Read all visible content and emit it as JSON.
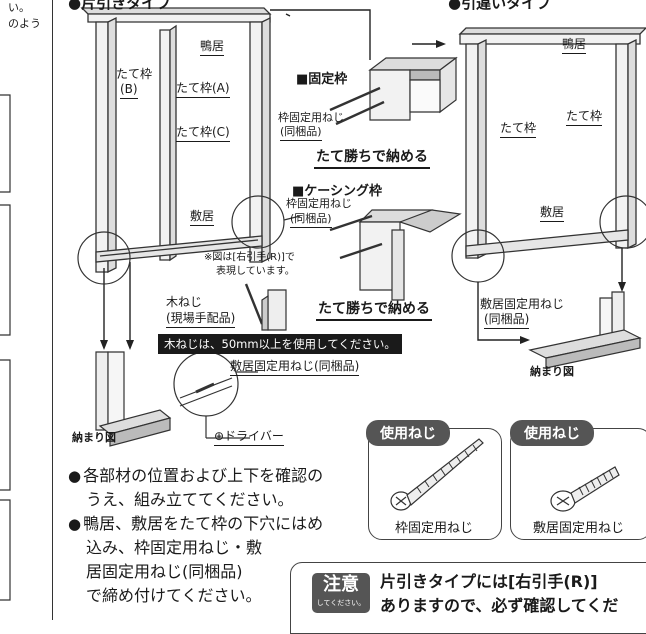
{
  "left_strip": {
    "line1": "い。",
    "line2": "のよう"
  },
  "left_diagram": {
    "title": "●片引きタイプ",
    "labels": {
      "kamoi": "鴨居",
      "tatewaku_b_line1": "たて枠",
      "tatewaku_b_line2": "(B)",
      "tatewaku_a": "たて枠(A)",
      "tatewaku_c": "たて枠(C)",
      "shikii": "敷居",
      "note_line1": "※図は[右引手(R)]で",
      "note_line2": "表現しています。",
      "mokuneji_line1": "木ねじ",
      "mokuneji_line2": "(現場手配品)",
      "black_note": "木ねじは、50mm以上を使用してください。",
      "shikii_neji": "敷居固定用ねじ(同梱品)",
      "driver": "⊕ドライバー",
      "osamari": "納まり図"
    }
  },
  "middle": {
    "kotei_title": "■固定枠",
    "kotei_screw_line1": "枠固定用ねじ",
    "kotei_screw_line2": "(同梱品)",
    "kotei_caption": "たて勝ちで納める",
    "casing_title": "■ケーシング枠",
    "casing_screw_line1": "枠固定用ねじ",
    "casing_screw_line2": "(同梱品)",
    "casing_caption": "たて勝ちで納める"
  },
  "right_diagram": {
    "title": "●引違いタイプ",
    "labels": {
      "kamoi": "鴨居",
      "tatewaku_left": "たて枠",
      "tatewaku_right": "たて枠",
      "shikii": "敷居",
      "shikii_neji_line1": "敷居固定用ねじ",
      "shikii_neji_line2": "(同梱品)",
      "osamari": "納まり図"
    }
  },
  "instructions": {
    "bullet": "●",
    "item1_line1": "各部材の位置および上下を確認の",
    "item1_line2": "うえ、組み立ててください。",
    "item2_line1": "鴨居、敷居をたて枠の下穴にはめ",
    "item2_line2": "込み、枠固定用ねじ・敷",
    "item2_line3": "居固定用ねじ(同梱品)",
    "item2_line4": "で締め付けてください。"
  },
  "screw_cards": [
    {
      "tab": "使用ねじ",
      "caption": "枠固定用ねじ"
    },
    {
      "tab": "使用ねじ",
      "caption": "敷居固定用ねじ"
    }
  ],
  "caution": {
    "badge_main": "注意",
    "badge_sub": "してください。",
    "line1": "片引きタイプには[右引手(R)]",
    "line2": "ありますので、必ず確認してくだ"
  },
  "colors": {
    "ink": "#1a1a1a",
    "frame": "#f2f2f2",
    "panel": "#555555"
  }
}
